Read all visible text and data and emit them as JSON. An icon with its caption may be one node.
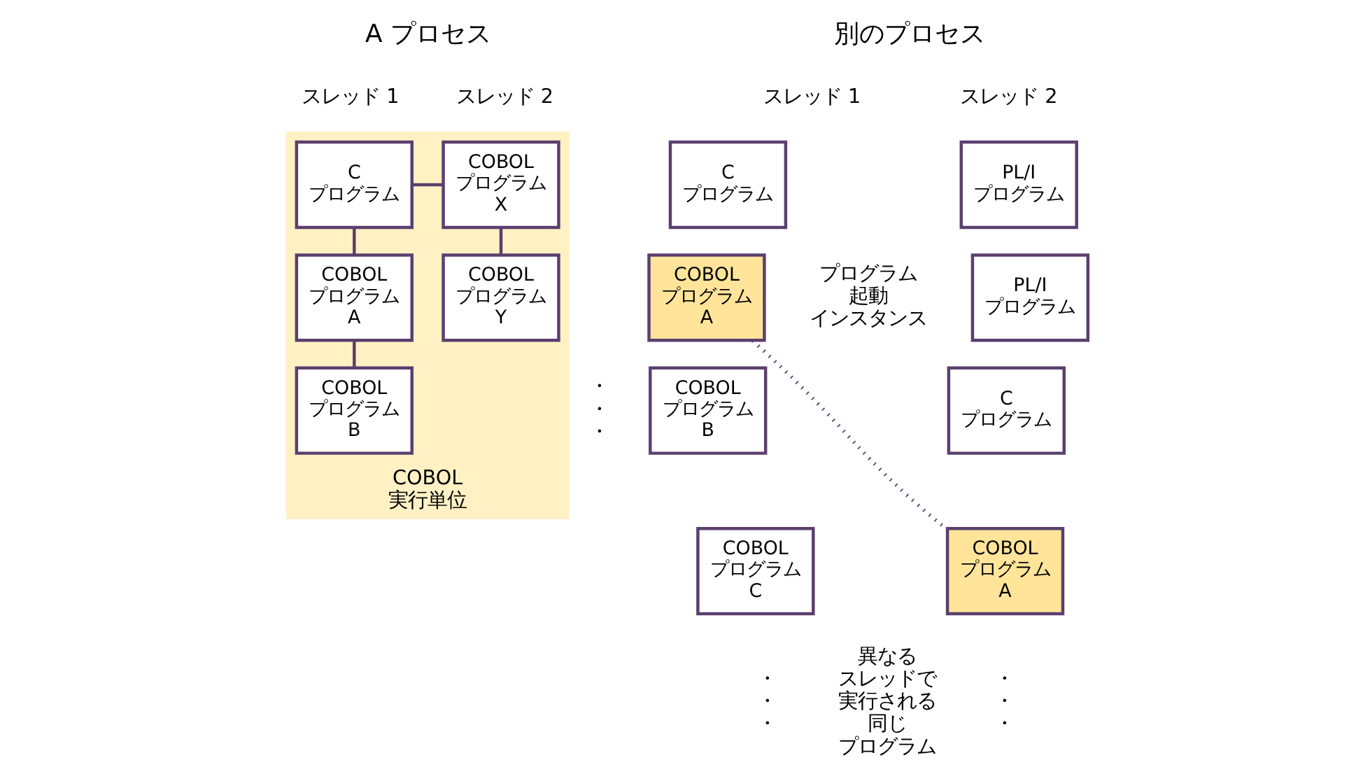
{
  "diagram": {
    "nodes": [
      {
        "text": [
          "COBOL 実行単位"
        ]
      },
      {
        "text": [
          "C プログラム"
        ],
        "in": 0
      },
      {
        "text": [
          "COBOL プログラム X"
        ],
        "in": 0
      },
      {
        "text": [
          "COBOL プログラム A"
        ],
        "in": 0
      },
      {
        "text": [
          "COBOL プログラム Y"
        ],
        "in": 0
      },
      {
        "text": [
          "COBOL プログラム B"
        ],
        "in": 0
      },
      {
        "text": [
          "C プログラム"
        ]
      },
      {
        "text": [
          "COBOL プログラム A"
        ]
      },
      {
        "text": [
          "COBOL プログラム B"
        ]
      },
      {
        "text": [
          "COBOL プログラム C"
        ]
      },
      {
        "text": [
          "PL/I プログラム"
        ]
      },
      {
        "text": [
          "PL/I プログラム"
        ]
      },
      {
        "text": [
          "C プログラム"
        ]
      },
      {
        "text": [
          "COBOL プログラム A"
        ]
      }
    ],
    "edges": [
      {
        "from": 1,
        "to": 2,
        "arrow": "none"
      },
      {
        "from": 1,
        "to": 3,
        "arrow": "none"
      },
      {
        "from": 3,
        "to": 5,
        "arrow": "none"
      },
      {
        "from": 2,
        "to": 4,
        "arrow": "none"
      },
      {
        "from": 7,
        "to": 13,
        "arrow": "none",
        "style": "dashed"
      }
    ],
    "labels": [
      "A プロセス",
      "別のプロセス",
      "スレッド 1",
      "スレッド 2",
      "・・・",
      "スレッド 1",
      "スレッド 2",
      "プログラム起動インスタンス",
      "・・・",
      "異なるスレッドで実行される同じプログラム",
      "・・・"
    ]
  }
}
